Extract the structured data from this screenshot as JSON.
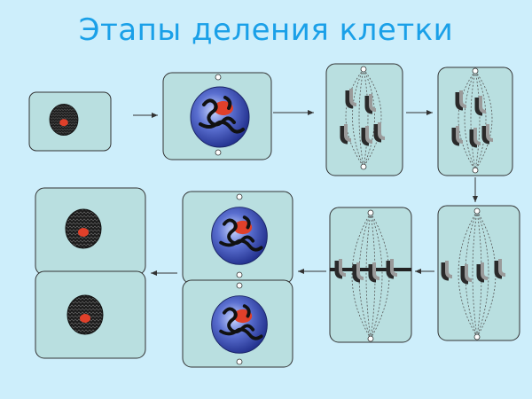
{
  "title": "Этапы деления клетки",
  "colors": {
    "background": "#cdeefb",
    "title": "#1aa0e8",
    "cell_fill": "#b9dfe0",
    "cell_stroke": "#333333",
    "nucleus_blue": "#2f3fa8",
    "nucleolus_red": "#e0402a",
    "chromatin_dark": "#1c1c1c",
    "chromosome": "#444444",
    "spindle": "#555555"
  },
  "stages": [
    {
      "id": "interphase",
      "icon": "interphase-cell-icon"
    },
    {
      "id": "prophase",
      "icon": "prophase-cell-icon"
    },
    {
      "id": "prometaphase",
      "icon": "prometaphase-cell-icon"
    },
    {
      "id": "metaphase-early",
      "icon": "metaphase-cell-icon"
    },
    {
      "id": "metaphase",
      "icon": "metaphase-plate-cell-icon"
    },
    {
      "id": "anaphase",
      "icon": "anaphase-cell-icon"
    },
    {
      "id": "telophase",
      "icon": "telophase-cells-icon"
    },
    {
      "id": "daughter-cells",
      "icon": "daughter-cells-icon"
    }
  ]
}
